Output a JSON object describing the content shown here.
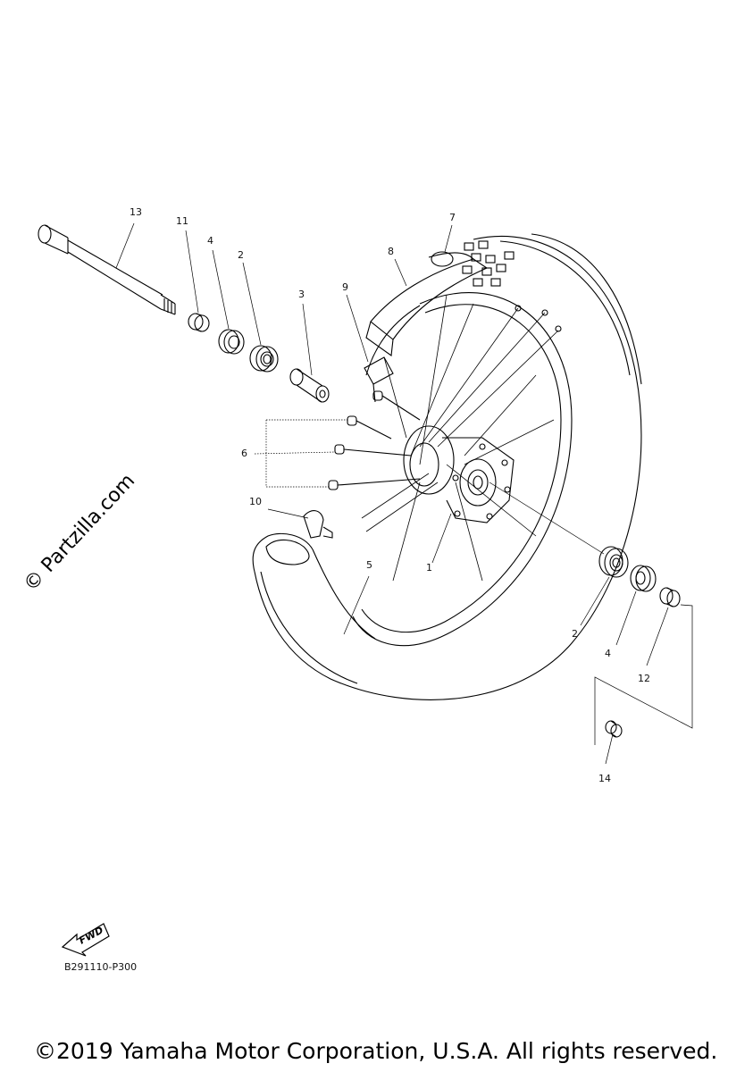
{
  "diagram": {
    "diagram_code": "B291110-P300",
    "watermark": "© Partzilla.com",
    "copyright": "©2019 Yamaha Motor Corporation, U.S.A. All rights reserved.",
    "fwd_label": "FWD",
    "callouts": [
      {
        "id": "1",
        "text": "1"
      },
      {
        "id": "2a",
        "text": "2"
      },
      {
        "id": "2b",
        "text": "2"
      },
      {
        "id": "3",
        "text": "3"
      },
      {
        "id": "4a",
        "text": "4"
      },
      {
        "id": "4b",
        "text": "4"
      },
      {
        "id": "5",
        "text": "5"
      },
      {
        "id": "6",
        "text": "6"
      },
      {
        "id": "7",
        "text": "7"
      },
      {
        "id": "8",
        "text": "8"
      },
      {
        "id": "9",
        "text": "9"
      },
      {
        "id": "10",
        "text": "10"
      },
      {
        "id": "11",
        "text": "11"
      },
      {
        "id": "12",
        "text": "12"
      },
      {
        "id": "13",
        "text": "13"
      },
      {
        "id": "14",
        "text": "14"
      }
    ]
  }
}
